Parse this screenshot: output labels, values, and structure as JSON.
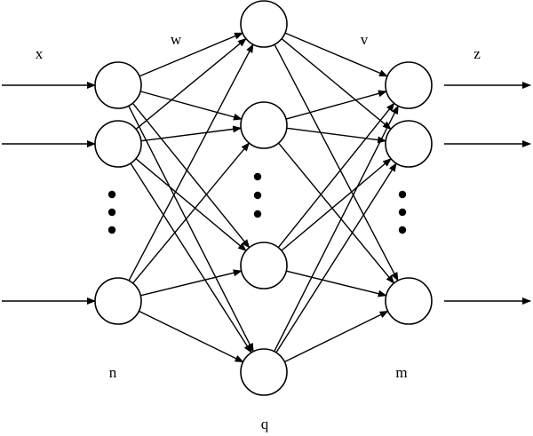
{
  "labels": {
    "input": "x",
    "weights_in": "w",
    "weights_out": "v",
    "output": "z",
    "input_count": "n",
    "hidden_count": "q",
    "output_count": "m"
  },
  "diagram": {
    "layers": [
      {
        "name": "input-layer",
        "visible_nodes": 3,
        "ellipsis": true
      },
      {
        "name": "hidden-layer",
        "visible_nodes": 4,
        "ellipsis": true
      },
      {
        "name": "output-layer",
        "visible_nodes": 3,
        "ellipsis": true
      }
    ],
    "connectivity": "fully-connected"
  }
}
